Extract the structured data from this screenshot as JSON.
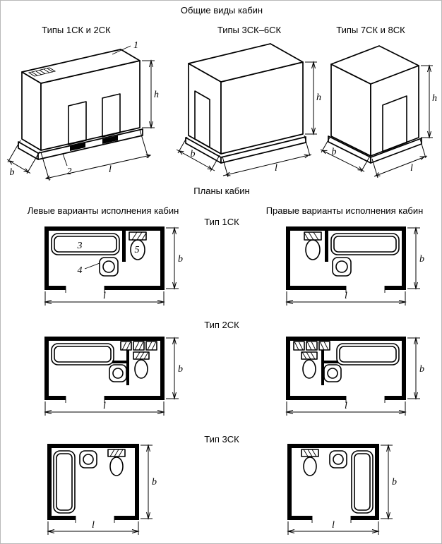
{
  "page": {
    "title": "Общие виды кабин",
    "plans_title": "Планы кабин",
    "background_color": "#ffffff",
    "line_color": "#000000"
  },
  "general_views": {
    "columns": [
      {
        "label": "Типы 1СК и 2СК"
      },
      {
        "label": "Типы 3СК–6СК"
      },
      {
        "label": "Типы 7СК и 8СК"
      }
    ]
  },
  "plans": {
    "left_header": "Левые варианты исполнения кабин",
    "right_header": "Правые варианты исполнения кабин",
    "types": [
      {
        "label": "Тип 1СК"
      },
      {
        "label": "Тип 2СК"
      },
      {
        "label": "Тип 3СК"
      }
    ]
  },
  "dim_labels": {
    "height": "h",
    "width": "b",
    "length": "l"
  },
  "callouts": {
    "n1": "1",
    "n2": "2",
    "n3": "3",
    "n4": "4",
    "n5": "5"
  }
}
